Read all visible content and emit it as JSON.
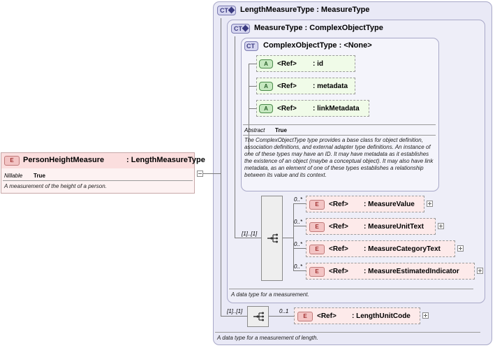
{
  "root_element": {
    "badge": "E",
    "name": "PersonHeightMeasure",
    "type": ": LengthMeasureType",
    "nillable_label": "Nillable",
    "nillable_value": "True",
    "description": "A measurement of the height of a person."
  },
  "length_measure_type": {
    "badge": "CT",
    "title": "LengthMeasureType : MeasureType",
    "description": "A data type for a measurement of length.",
    "sequence_cardinality": "[1]..[1]",
    "unit_code": {
      "badge": "E",
      "ref": "<Ref>",
      "name": ": LengthUnitCode",
      "cardinality": "0..1"
    }
  },
  "measure_type": {
    "badge": "CT",
    "title": "MeasureType : ComplexObjectType",
    "description": "A data type for a measurement.",
    "sequence_cardinality": "[1]..[1]",
    "elements": [
      {
        "badge": "E",
        "ref": "<Ref>",
        "name": ": MeasureValue",
        "cardinality": "0..*"
      },
      {
        "badge": "E",
        "ref": "<Ref>",
        "name": ": MeasureUnitText",
        "cardinality": "0..*"
      },
      {
        "badge": "E",
        "ref": "<Ref>",
        "name": ": MeasureCategoryText",
        "cardinality": "0..*"
      },
      {
        "badge": "E",
        "ref": "<Ref>",
        "name": ": MeasureEstimatedIndicator",
        "cardinality": "0..*"
      }
    ]
  },
  "complex_object_type": {
    "badge": "CT",
    "title": "ComplexObjectType : <None>",
    "abstract_label": "Abstract",
    "abstract_value": "True",
    "description": "The ComplexObjectType type provides a base class for object definition, association definitions, and external adapter type definitions. An instance of one of these types may have an ID. It may have metadata as it establishes the existence of an object (maybe a conceptual object). It may also have link metadata, as an element of one of these types establishes a relationship between its value and its context.",
    "attributes": [
      {
        "badge": "A",
        "ref": "<Ref>",
        "name": ": id"
      },
      {
        "badge": "A",
        "ref": "<Ref>",
        "name": ": metadata"
      },
      {
        "badge": "A",
        "ref": "<Ref>",
        "name": ": linkMetadata"
      }
    ]
  }
}
